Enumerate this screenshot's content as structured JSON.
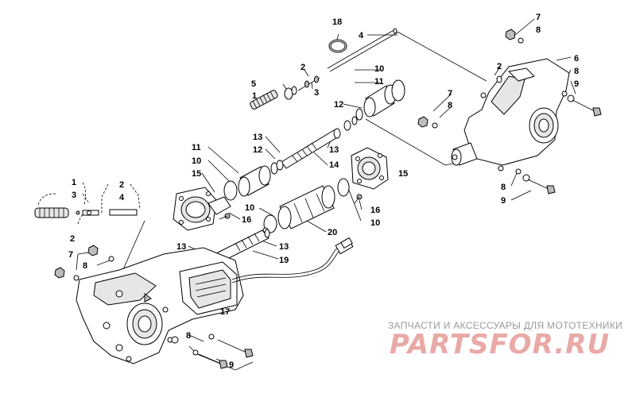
{
  "callouts": [
    {
      "id": "c1",
      "text": "18"
    },
    {
      "id": "c2",
      "text": "4"
    },
    {
      "id": "c3",
      "text": "7"
    },
    {
      "id": "c4",
      "text": "8"
    },
    {
      "id": "c5",
      "text": "2"
    },
    {
      "id": "c6",
      "text": "6"
    },
    {
      "id": "c7",
      "text": "8"
    },
    {
      "id": "c8",
      "text": "9"
    },
    {
      "id": "c9",
      "text": "5"
    },
    {
      "id": "c10",
      "text": "1"
    },
    {
      "id": "c11",
      "text": "2"
    },
    {
      "id": "c12",
      "text": "3"
    },
    {
      "id": "c13",
      "text": "10"
    },
    {
      "id": "c14",
      "text": "11"
    },
    {
      "id": "c15",
      "text": "12"
    },
    {
      "id": "c16",
      "text": "7"
    },
    {
      "id": "c17",
      "text": "8"
    },
    {
      "id": "c18",
      "text": "13"
    },
    {
      "id": "c19",
      "text": "12"
    },
    {
      "id": "c20",
      "text": "13"
    },
    {
      "id": "c21",
      "text": "14"
    },
    {
      "id": "c22",
      "text": "11"
    },
    {
      "id": "c23",
      "text": "10"
    },
    {
      "id": "c24",
      "text": "15"
    },
    {
      "id": "c25",
      "text": "15"
    },
    {
      "id": "c26",
      "text": "16"
    },
    {
      "id": "c27",
      "text": "10"
    },
    {
      "id": "c28",
      "text": "8"
    },
    {
      "id": "c29",
      "text": "9"
    },
    {
      "id": "c30",
      "text": "1"
    },
    {
      "id": "c31",
      "text": "3"
    },
    {
      "id": "c32",
      "text": "2"
    },
    {
      "id": "c33",
      "text": "4"
    },
    {
      "id": "c34",
      "text": "2"
    },
    {
      "id": "c35",
      "text": "16"
    },
    {
      "id": "c36",
      "text": "10"
    },
    {
      "id": "c37",
      "text": "20"
    },
    {
      "id": "c38",
      "text": "7"
    },
    {
      "id": "c39",
      "text": "8"
    },
    {
      "id": "c40",
      "text": "13"
    },
    {
      "id": "c41",
      "text": "13"
    },
    {
      "id": "c42",
      "text": "19"
    },
    {
      "id": "c43",
      "text": "17"
    },
    {
      "id": "c44",
      "text": "8"
    },
    {
      "id": "c45",
      "text": "9"
    }
  ],
  "watermark": {
    "tagline": "ЗАПЧАСТИ И АКСЕССУАРЫ ДЛЯ МОТОТЕХНИКИ",
    "logo": "PARTSFOR.RU"
  },
  "colors": {
    "line": "#000000",
    "watermark_text": "#9a9a9a",
    "watermark_logo": "#e9a9a6"
  }
}
